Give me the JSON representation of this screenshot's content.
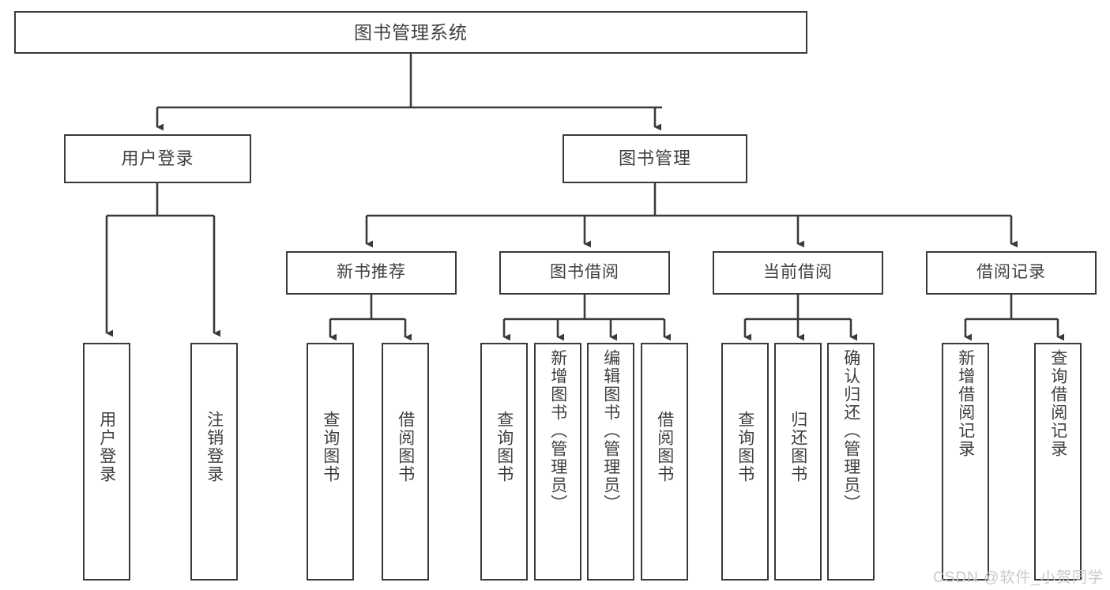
{
  "diagram": {
    "title": "图书管理系统",
    "type": "tree-hierarchy-chart",
    "watermark": "CSDN @软件_小贺同学",
    "colors": {
      "stroke": "#3a3a3a",
      "text": "#3f3f3f",
      "background": "#ffffff",
      "watermark": "#c9c9c9"
    },
    "nodes": {
      "root": {
        "label": "图书管理系统"
      },
      "level2": [
        {
          "id": "user-login",
          "label": "用户登录"
        },
        {
          "id": "book-management",
          "label": "图书管理"
        }
      ],
      "level3": [
        {
          "id": "new-book-recommend",
          "label": "新书推荐"
        },
        {
          "id": "book-borrow",
          "label": "图书借阅"
        },
        {
          "id": "current-borrow",
          "label": "当前借阅"
        },
        {
          "id": "borrow-record",
          "label": "借阅记录"
        }
      ],
      "leaves": {
        "user-login": [
          {
            "id": "leaf-user-login",
            "label": "用户登录"
          },
          {
            "id": "leaf-logout-login",
            "label": "注销登录"
          }
        ],
        "new-book-recommend": [
          {
            "id": "leaf-query-book-1",
            "label": "查询图书"
          },
          {
            "id": "leaf-borrow-book-1",
            "label": "借阅图书"
          }
        ],
        "book-borrow": [
          {
            "id": "leaf-query-book-2",
            "label": "查询图书"
          },
          {
            "id": "leaf-add-book-admin",
            "label": "新增图书（管理员）"
          },
          {
            "id": "leaf-edit-book-admin",
            "label": "编辑图书（管理员）"
          },
          {
            "id": "leaf-borrow-book-2",
            "label": "借阅图书"
          }
        ],
        "current-borrow": [
          {
            "id": "leaf-query-book-3",
            "label": "查询图书"
          },
          {
            "id": "leaf-return-book",
            "label": "归还图书"
          },
          {
            "id": "leaf-confirm-return-admin",
            "label": "确认归还（管理员）"
          }
        ],
        "borrow-record": [
          {
            "id": "leaf-add-borrow-record",
            "label": "新增借阅记录"
          },
          {
            "id": "leaf-query-borrow-record",
            "label": "查询借阅记录"
          }
        ]
      }
    }
  }
}
